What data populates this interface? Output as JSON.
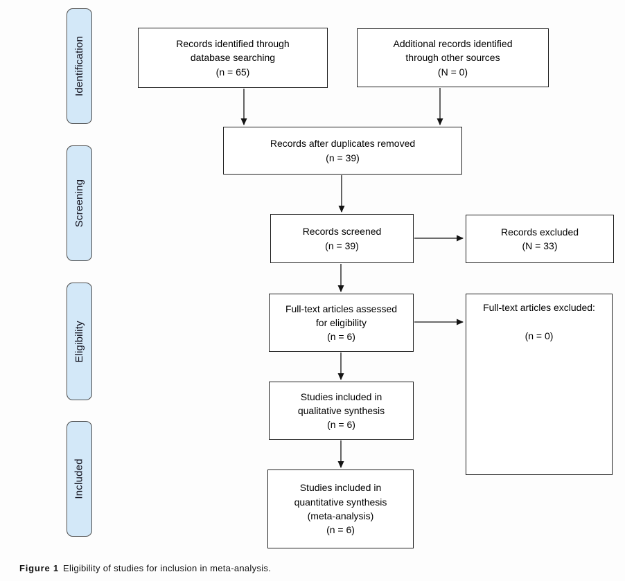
{
  "figure": {
    "stages": [
      {
        "label": "Identification"
      },
      {
        "label": "Screening"
      },
      {
        "label": "Eligibility"
      },
      {
        "label": "Included"
      }
    ],
    "boxes": {
      "identified": "Records identified through\ndatabase searching\n(n = 65)",
      "additional": "Additional records identified\nthrough other sources\n(N = 0)",
      "deduplicated": "Records after duplicates removed\n(n = 39)",
      "screened": "Records screened\n(n = 39)",
      "excluded": "Records excluded\n(N = 33)",
      "fulltext_assessed": "Full-text articles assessed\nfor eligibility\n(n = 6)",
      "fulltext_excluded": "Full-text articles excluded:\n\n(n = 0)",
      "qualitative": "Studies included in\nqualitative synthesis\n(n = 6)",
      "quantitative": "Studies included in\nquantitative synthesis\n(meta-analysis)\n(n = 6)"
    },
    "counts": {
      "identified": 65,
      "additional": 0,
      "after_duplicates": 39,
      "screened": 39,
      "records_excluded": 33,
      "fulltext_assessed": 6,
      "fulltext_excluded": 0,
      "qualitative": 6,
      "quantitative": 6
    },
    "caption": {
      "label": "Figure 1",
      "text": "Eligibility of studies for inclusion in meta-analysis."
    },
    "colors": {
      "stage_fill": "#d3e8f8",
      "stage_border": "#4b4b4b",
      "box_border": "#1c1c1c",
      "arrow": "#3d3d3d",
      "background": "#fdfdfd"
    }
  }
}
